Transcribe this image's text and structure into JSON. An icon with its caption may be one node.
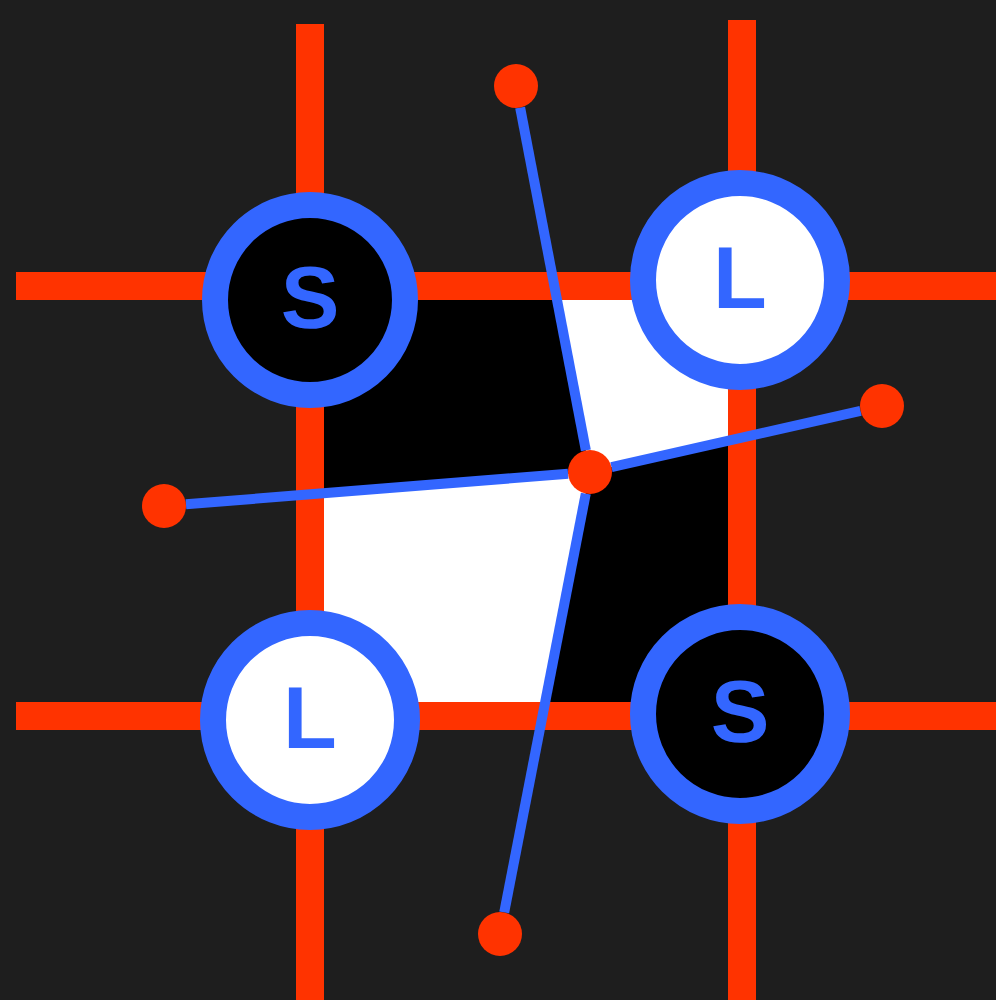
{
  "diagram": {
    "nodes": [
      {
        "text": [],
        "shape": "circle"
      },
      {
        "text": [
          "S"
        ]
      },
      {
        "text": [
          "L"
        ]
      },
      {
        "text": [],
        "shape": "circle"
      },
      {
        "text": [],
        "shape": "circle"
      },
      {
        "text": [],
        "shape": "circle"
      },
      {
        "text": [
          "L"
        ]
      },
      {
        "text": [
          "S"
        ]
      },
      {
        "text": [],
        "shape": "circle"
      }
    ],
    "edges": [
      {
        "from": 4,
        "to": 0,
        "arrow": "none"
      },
      {
        "from": 4,
        "to": 3,
        "arrow": "none"
      },
      {
        "from": 4,
        "to": 5,
        "arrow": "none"
      },
      {
        "from": 4,
        "to": 8,
        "arrow": "none"
      }
    ]
  }
}
